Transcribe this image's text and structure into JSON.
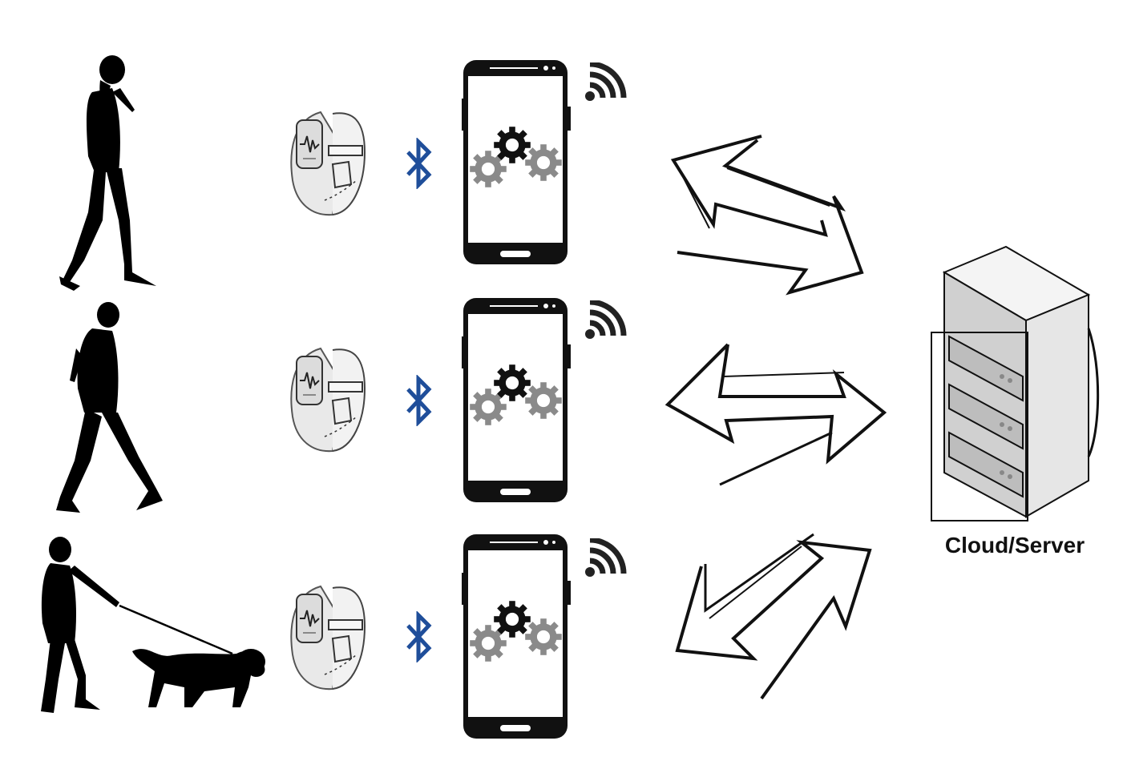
{
  "server": {
    "label": "Cloud/Server"
  },
  "rows": [
    {
      "person": "woman-walking-phone",
      "device": "fitness-band",
      "link": "bluetooth",
      "hub": "smartphone",
      "uplink": "wifi"
    },
    {
      "person": "man-walking",
      "device": "fitness-band",
      "link": "bluetooth",
      "hub": "smartphone",
      "uplink": "wifi"
    },
    {
      "person": "woman-walking-dog",
      "device": "fitness-band",
      "link": "bluetooth",
      "hub": "smartphone",
      "uplink": "wifi"
    }
  ],
  "colors": {
    "silhouette": "#000000",
    "bluetooth": "#1f4e9a",
    "gear_dark": "#111111",
    "gear_light": "#8a8a8a",
    "band": "#e8e8e8"
  }
}
